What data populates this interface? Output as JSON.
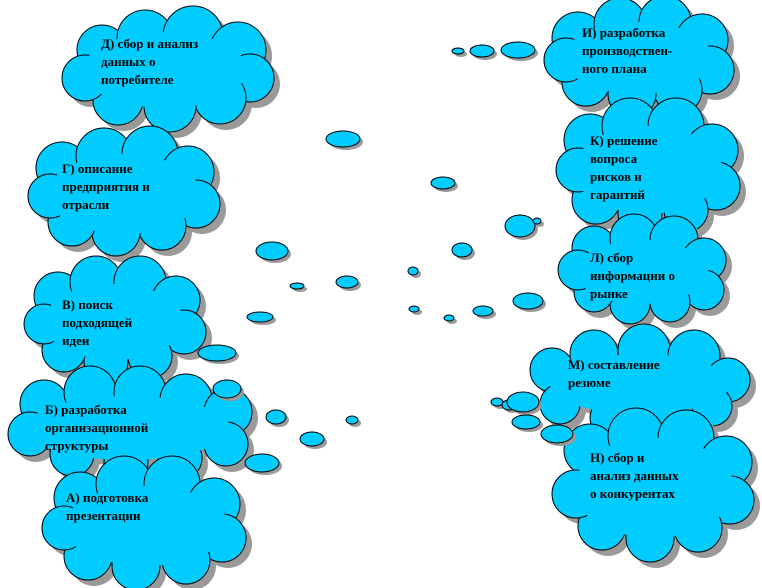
{
  "colors": {
    "cloud_fill": "#00ccff",
    "cloud_stroke": "#000000",
    "shadow": "#9a9a9a"
  },
  "clouds": [
    {
      "id": "d",
      "lines": [
        "Д) сбор и анализ",
        "данных о",
        "потребителе"
      ]
    },
    {
      "id": "i",
      "lines": [
        "И) разработка",
        "производствен-",
        "ного плана"
      ]
    },
    {
      "id": "g",
      "lines": [
        "Г) описание",
        "предприятия и",
        "отрасли"
      ]
    },
    {
      "id": "k",
      "lines": [
        "К) решение",
        "вопроса",
        "рисков и",
        "гарантий"
      ]
    },
    {
      "id": "l",
      "lines": [
        "Л) сбор",
        "информации о",
        "рынке"
      ]
    },
    {
      "id": "v",
      "lines": [
        "В) поиск",
        "подходящей",
        "идеи"
      ]
    },
    {
      "id": "m",
      "lines": [
        "М) составление",
        "резюме"
      ]
    },
    {
      "id": "b",
      "lines": [
        "Б) разработка",
        "организационной",
        "структуры"
      ]
    },
    {
      "id": "n",
      "lines": [
        "Н) сбор и",
        "анализ данных",
        "о конкурентах"
      ]
    },
    {
      "id": "a",
      "lines": [
        "А) подготовка",
        "презентации"
      ]
    }
  ]
}
